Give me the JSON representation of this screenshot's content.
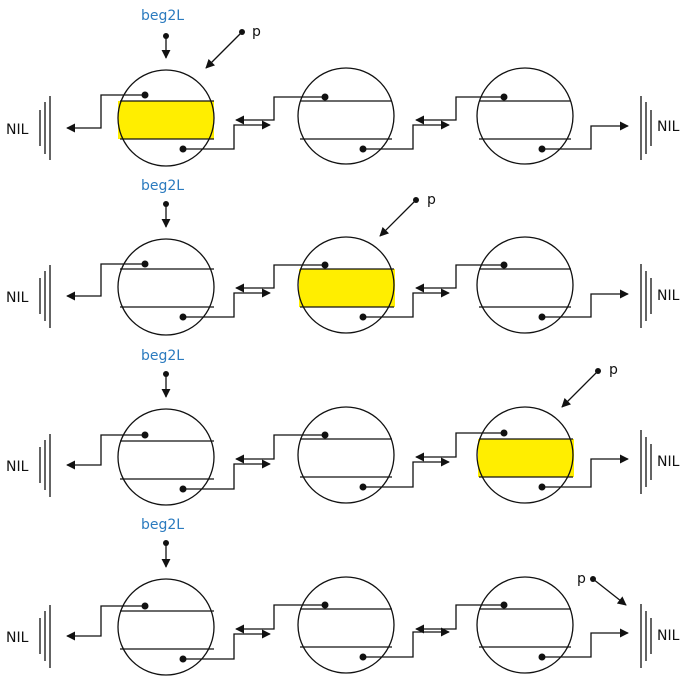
{
  "pointer_label": "beg2L",
  "cursor_label": "p",
  "nil_label": "NIL",
  "highlight_color": "#ffee00",
  "rows": [
    {
      "highlighted_node": 1
    },
    {
      "highlighted_node": 2
    },
    {
      "highlighted_node": 3
    },
    {
      "highlighted_node": 0
    }
  ]
}
